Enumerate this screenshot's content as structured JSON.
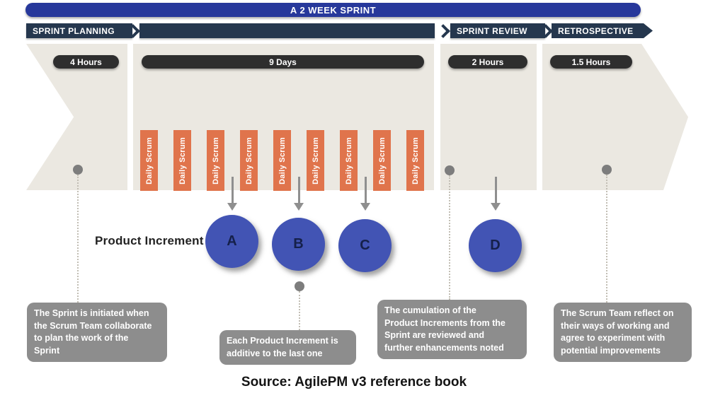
{
  "title_banner": {
    "label": "A 2 WEEK SPRINT"
  },
  "phase_bar": {
    "planning": "SPRINT PLANNING",
    "review": "SPRINT REVIEW",
    "retrospective": "RETROSPECTIVE"
  },
  "durations": {
    "planning": "4 Hours",
    "execution": "9 Days",
    "review": "2 Hours",
    "retrospective": "1.5 Hours"
  },
  "daily_scrum": {
    "label": "Daily Scrum",
    "count": 9
  },
  "product_increment": {
    "label": "Product Increment",
    "items": [
      "A",
      "B",
      "C",
      "D"
    ]
  },
  "callouts": {
    "planning": "The Sprint is initiated when\nthe Scrum Team collaborate\nto plan the work of the\nSprint",
    "increment": "Each Product Increment is\nadditive to the last one",
    "review": "The cumulation of the\nProduct Increments from the\nSprint are reviewed and\nfurther enhancements noted",
    "retrospective": "The Scrum Team reflect on\ntheir ways of working and\nagree to experiment with\npotential improvements"
  },
  "source": {
    "text": "Source: AgilePM v3 reference book"
  },
  "colors": {
    "banner_blue": "#27389b",
    "phase_navy": "#25374e",
    "band_beige": "#ebe8e1",
    "pill_dark": "#2e2e2e",
    "daily_scrum_orange": "#e0744c",
    "increment_blue": "#4254b4",
    "callout_gray": "#8d8d8d"
  }
}
